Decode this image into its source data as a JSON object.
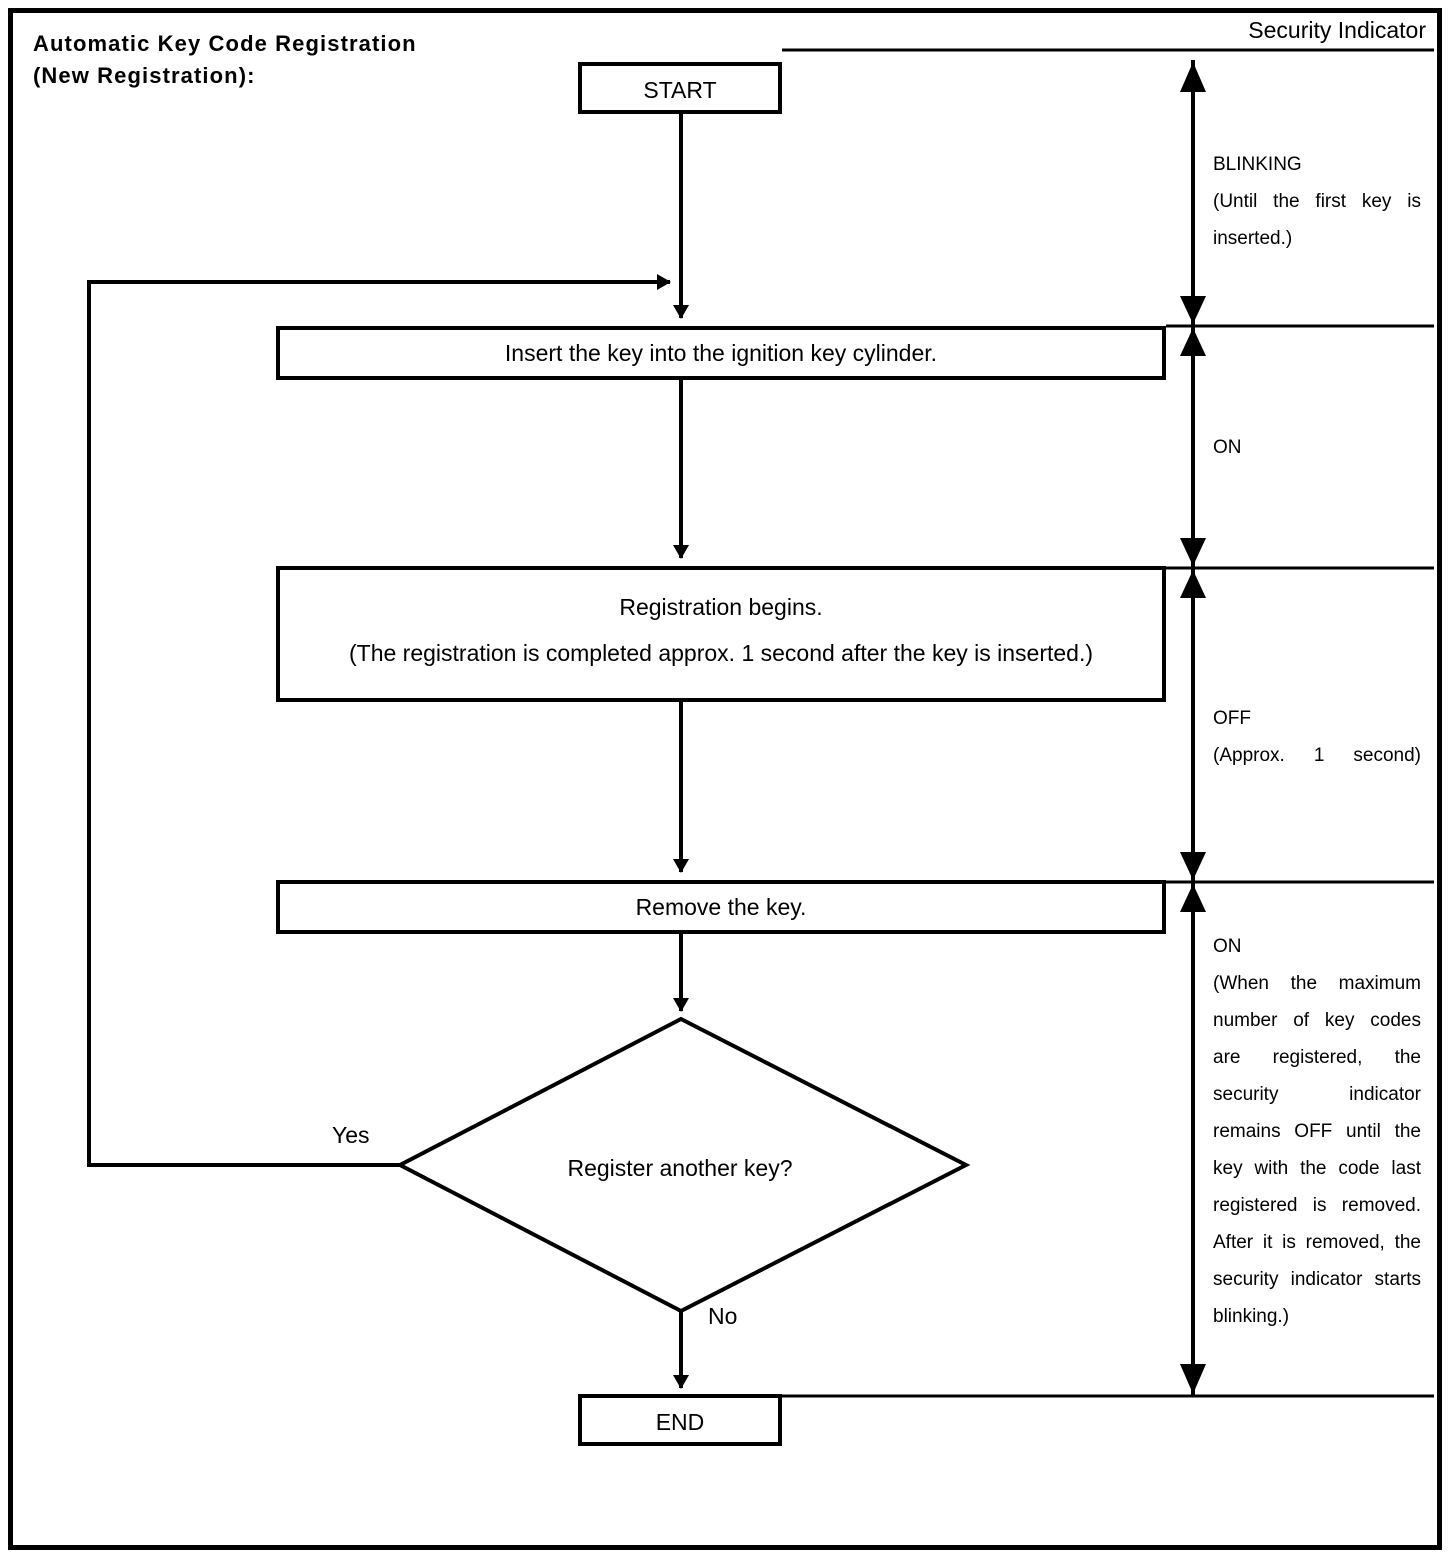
{
  "title": {
    "line1": "Automatic Key Code Registration",
    "line2": "(New Registration):"
  },
  "right_column": {
    "header": "Security Indicator",
    "segments": [
      {
        "name": "blinking",
        "state": "BLINKING",
        "detail": "(Until the first key is inserted.)"
      },
      {
        "name": "on-first",
        "state": "ON",
        "detail": ""
      },
      {
        "name": "off",
        "state": "OFF",
        "detail": "(Approx. 1 second)"
      },
      {
        "name": "on-second",
        "state": "ON",
        "detail": "(When the maximum number of key codes are registered, the security indicator remains OFF until the key with the code last registered is removed. After it is removed, the security indicator starts blinking.)"
      }
    ]
  },
  "flowchart": {
    "type": "flowchart",
    "nodes": [
      {
        "id": "start",
        "shape": "terminator",
        "text": "START"
      },
      {
        "id": "insert-key",
        "shape": "process",
        "text": "Insert the key into the ignition key cylinder."
      },
      {
        "id": "registration-begins",
        "shape": "process",
        "line1": "Registration begins.",
        "line2": "(The registration is completed approx. 1 second after the key is inserted.)"
      },
      {
        "id": "remove-key",
        "shape": "process",
        "text": "Remove the key."
      },
      {
        "id": "register-another",
        "shape": "decision",
        "text": "Register another key?"
      },
      {
        "id": "end",
        "shape": "terminator",
        "text": "END"
      }
    ],
    "edges": [
      {
        "from": "start",
        "to": "insert-key",
        "label": ""
      },
      {
        "from": "insert-key",
        "to": "registration-begins",
        "label": ""
      },
      {
        "from": "registration-begins",
        "to": "remove-key",
        "label": ""
      },
      {
        "from": "remove-key",
        "to": "register-another",
        "label": ""
      },
      {
        "from": "register-another",
        "to": "insert-key",
        "label": "Yes"
      },
      {
        "from": "register-another",
        "to": "end",
        "label": "No"
      }
    ],
    "labels": {
      "yes": "Yes",
      "no": "No"
    }
  },
  "colors": {
    "line": "#000000",
    "background": "#ffffff",
    "text": "#000000"
  }
}
